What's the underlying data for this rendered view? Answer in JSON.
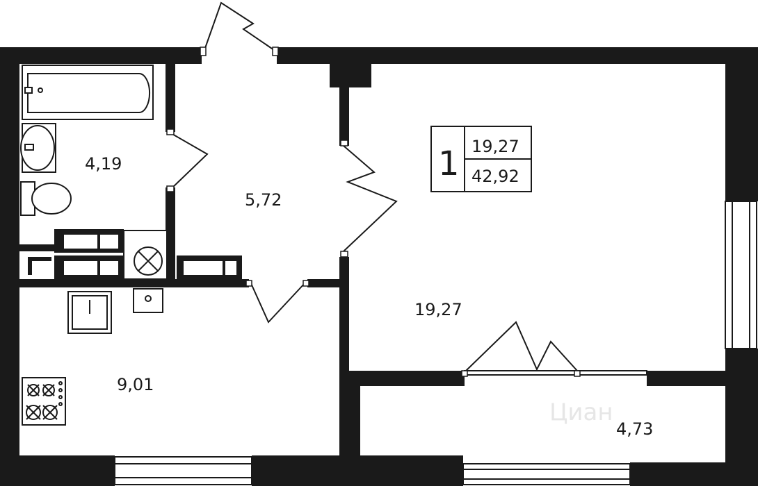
{
  "plan": {
    "badge": {
      "rooms": "1",
      "living_area": "19,27",
      "total_area": "42,92"
    },
    "rooms": {
      "bathroom_area": "4,19",
      "hallway_area": "5,72",
      "living_room_area": "19,27",
      "kitchen_area": "9,01",
      "loggia_area": "4,73"
    },
    "watermark": "Циан",
    "colors": {
      "wall": "#1a1a1a",
      "background": "#ffffff"
    }
  }
}
